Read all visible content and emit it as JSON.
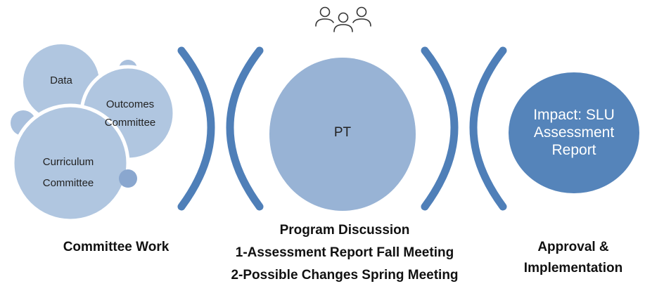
{
  "stage1": {
    "bubbles": [
      "Data",
      "Outcomes Committee",
      "Curriculum Committee"
    ],
    "caption": "Committee Work"
  },
  "stage2": {
    "icon": "people-group-icon",
    "center": "PT",
    "caption_lines": [
      "Program Discussion",
      "1-Assessment Report Fall Meeting",
      "2-Possible Changes Spring Meeting"
    ]
  },
  "stage3": {
    "center_lines": [
      "Impact: SLU",
      "Assessment",
      "Report"
    ],
    "caption_lines": [
      "Approval &",
      "Implementation"
    ]
  },
  "colors": {
    "light_fill": "#a9c0dd",
    "bubble_fill": "#b0c6e0",
    "mid_fill": "#98b3d5",
    "dark_fill": "#5584ba",
    "bracket": "#4f7fb8",
    "white_outline": "#ffffff"
  }
}
